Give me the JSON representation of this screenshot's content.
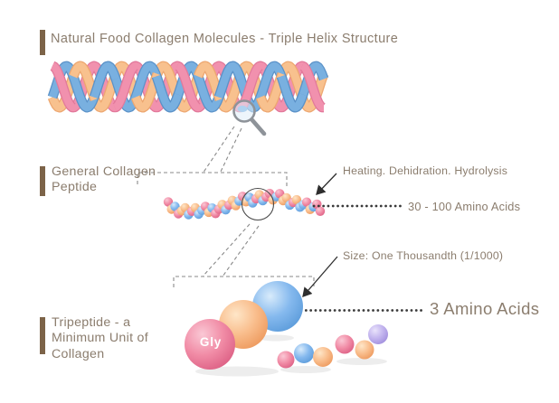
{
  "title": "Natural Food Collagen Molecules - Triple Helix Structure",
  "sections": {
    "peptide": {
      "label": "General Collagen Peptide",
      "process": "Heating. Dehidration. Hydrolysis",
      "amino_count": "30 - 100 Amino Acids"
    },
    "tripeptide": {
      "label": "Tripeptide - a Minimum Unit of Collagen",
      "size_note": "Size: One Thousandth (1/1000)",
      "amino_count": "3 Amino Acids",
      "sphere_label": "Gly"
    }
  },
  "icons": {
    "magnifier": "magnifying-glass"
  },
  "colors": {
    "accent_bar": "#7c6348",
    "text": "#8b7d6e",
    "strand_pink": "#F191AE",
    "strand_blue": "#79B0E0",
    "strand_orange": "#F8C18E",
    "sphere_pink": "#F087A3",
    "sphere_blue": "#7FB5EC",
    "sphere_orange": "#F8BB8A",
    "sphere_lavender": "#BFB2EC",
    "connector_gray": "#8a8a8a",
    "arrow_black": "#2e2e2e"
  }
}
